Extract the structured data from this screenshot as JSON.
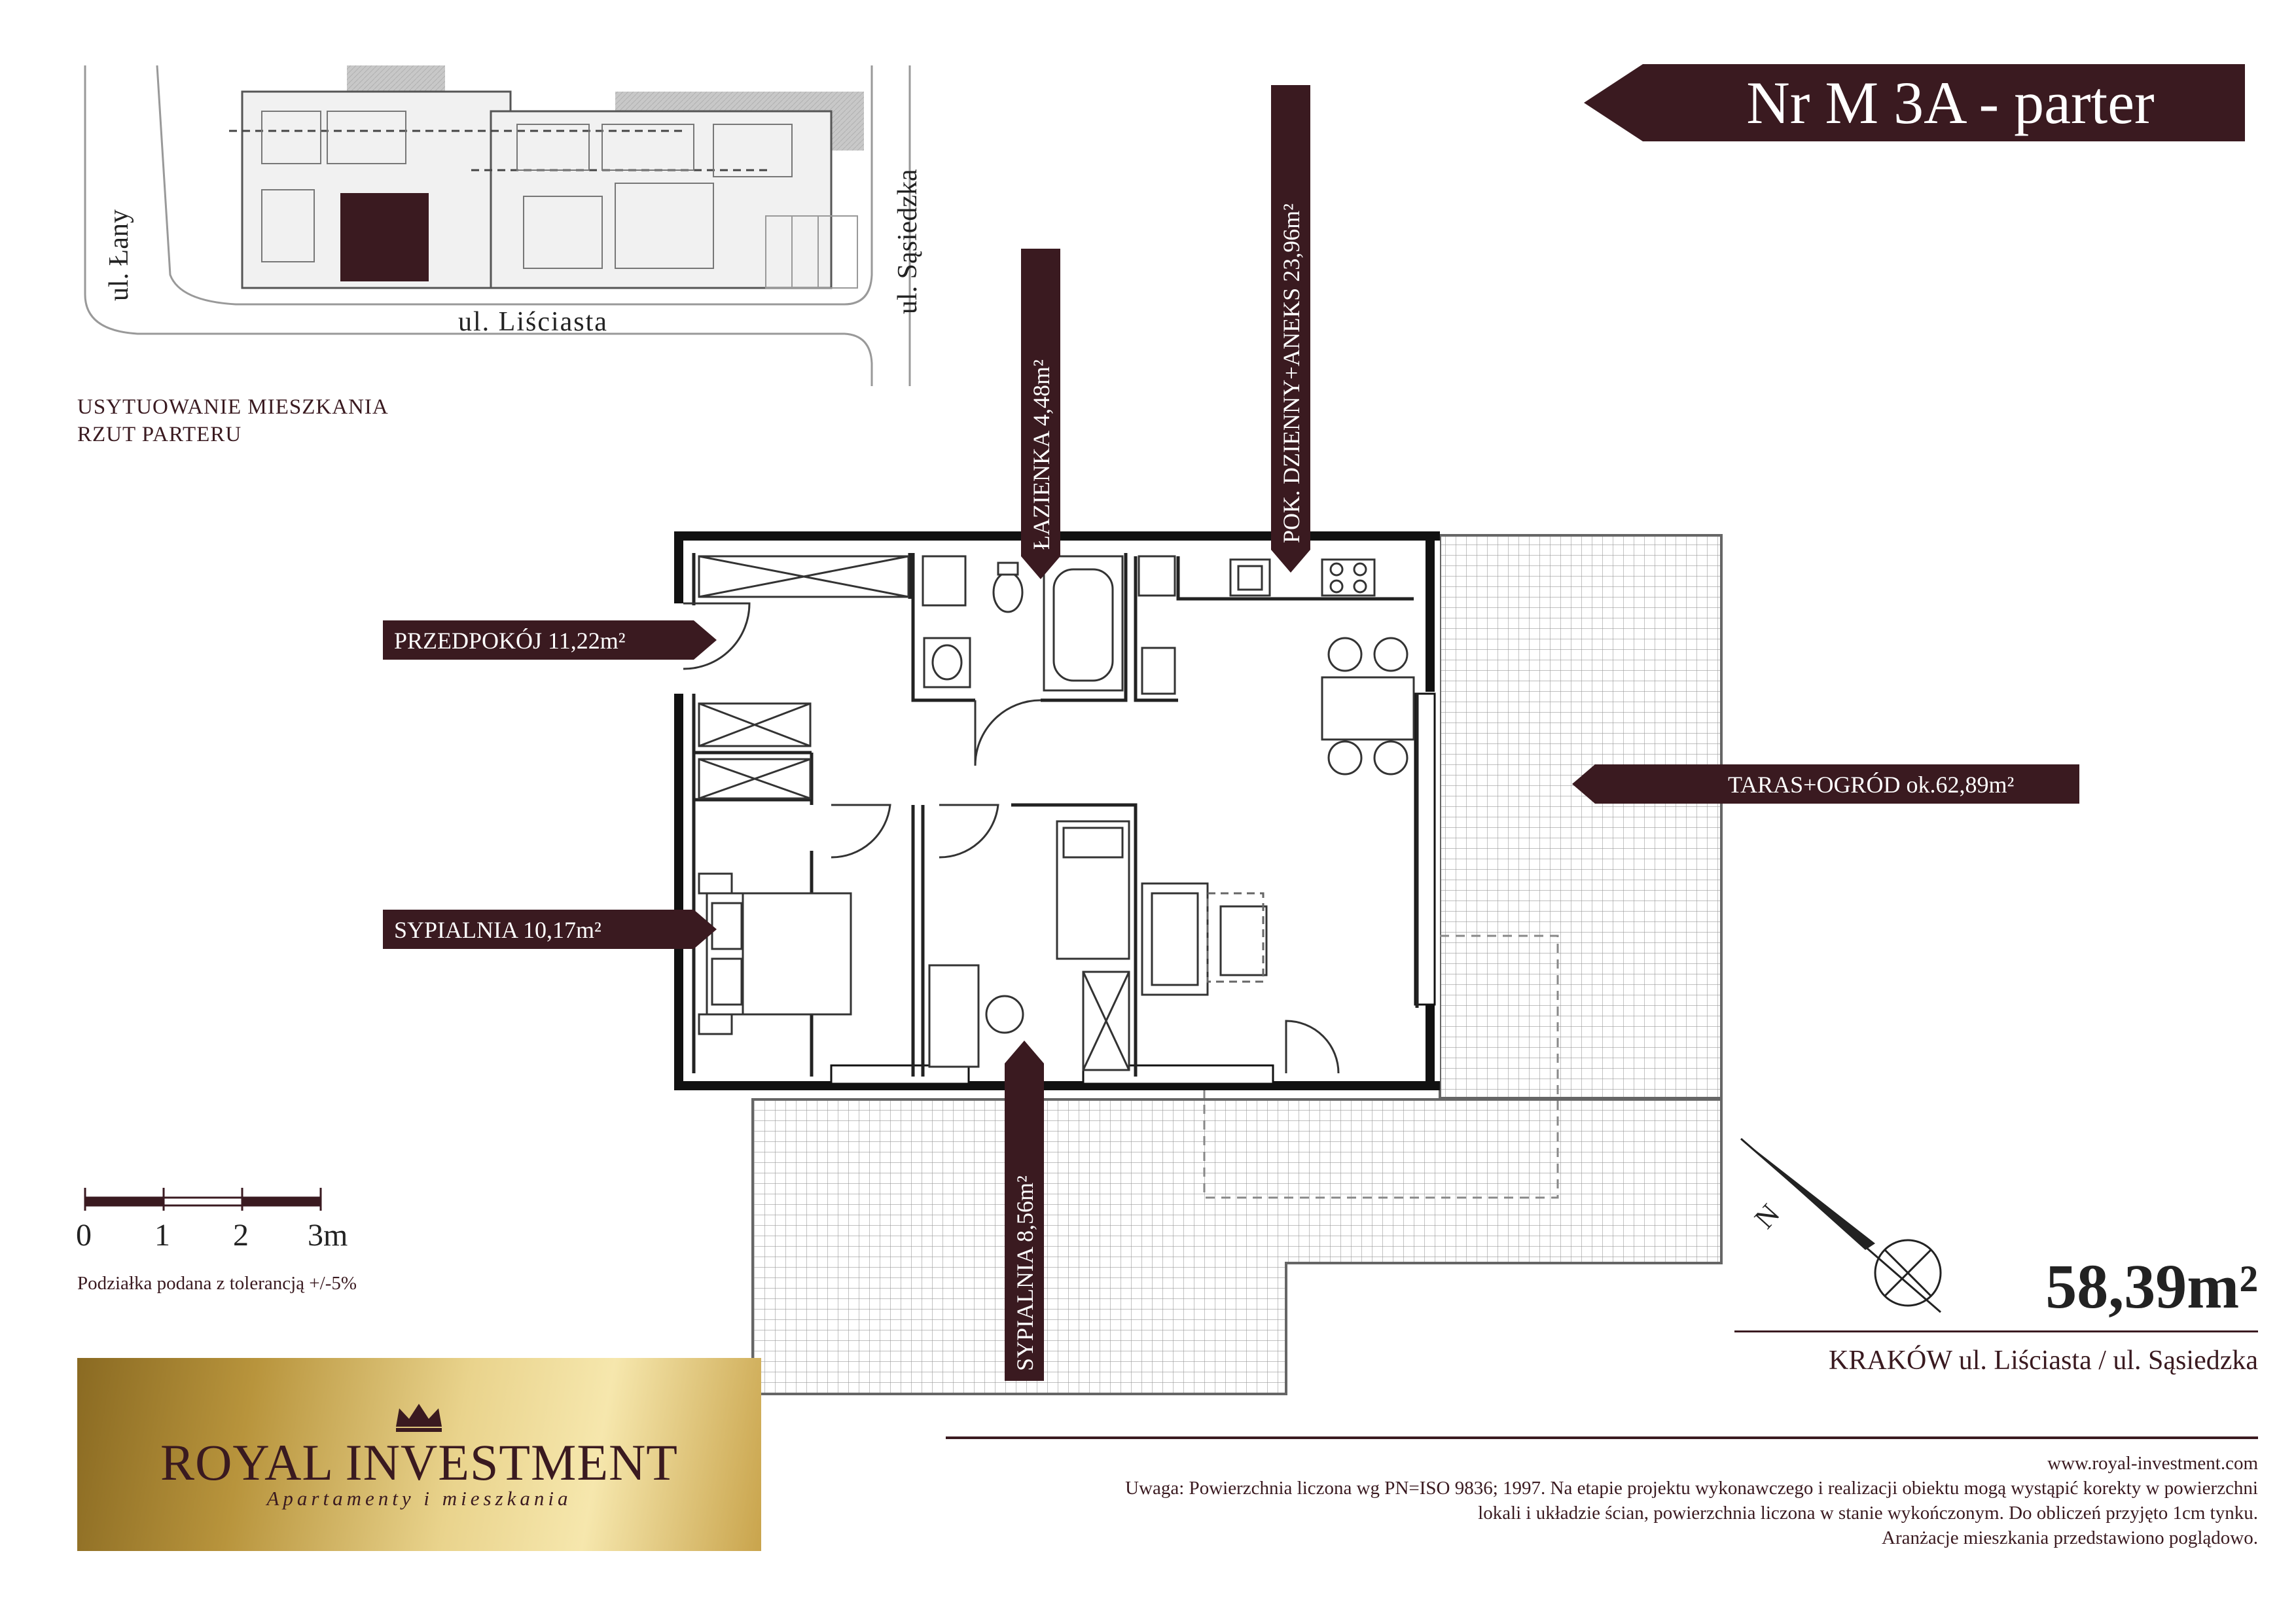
{
  "header": {
    "title": "Nr M 3A - parter"
  },
  "site_plan": {
    "street_left": "ul. Łany",
    "street_bottom": "ul. Liściasta",
    "street_right": "ul. Sąsiedzka",
    "caption_line1": "USYTUOWANIE MIESZKANIA",
    "caption_line2": "RZUT PARTERU"
  },
  "rooms": {
    "przedpokoj": "PRZEDPOKÓJ 11,22m²",
    "sypialnia1": "SYPIALNIA 10,17m²",
    "lazienka": "ŁAZIENKA 4,48m²",
    "pokoj": "POK. DZIENNY+ANEKS 23,96m²",
    "taras": "TARAS+OGRÓD ok.62,89m²",
    "sypialnia2": "SYPIALNIA 8,56m²"
  },
  "compass": {
    "north_label": "N"
  },
  "scale": {
    "labels": [
      "0",
      "1",
      "2",
      "3m"
    ],
    "note": "Podziałka podana z tolerancją +/-5%"
  },
  "summary": {
    "total_area": "58,39m²",
    "location": "KRAKÓW ul. Liściasta / ul. Sąsiedzka"
  },
  "logo": {
    "name": "ROYAL INVESTMENT",
    "tagline": "Apartamenty i mieszkania"
  },
  "footer": {
    "website": "www.royal-investment.com",
    "note_line1": "Uwaga: Powierzchnia liczona wg PN=ISO 9836; 1997. Na etapie projektu wykonawczego i realizacji obiektu mogą wystąpić korekty w powierzchni",
    "note_line2": "lokali i układzie ścian, powierzchnia liczona w stanie wykończonym. Do obliczeń przyjęto 1cm tynku.",
    "note_line3": "Aranżacje mieszkania przedstawiono poglądowo."
  },
  "colors": {
    "accent": "#3a1a20",
    "gold": "#d4b565"
  }
}
